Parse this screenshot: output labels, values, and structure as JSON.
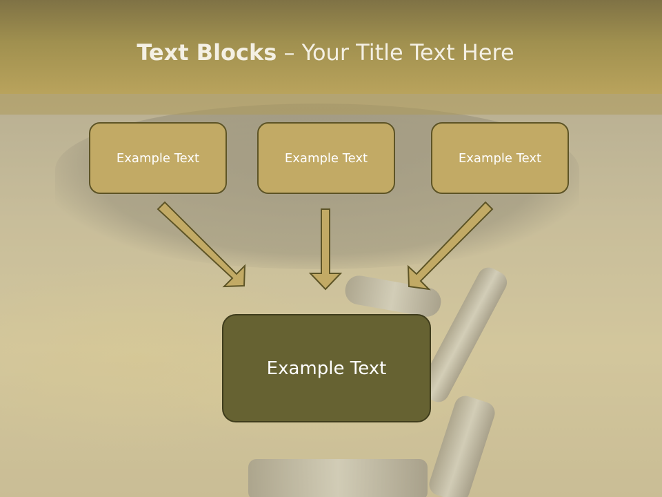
{
  "header": {
    "title_bold": "Text Blocks",
    "title_dash": " – ",
    "title_rest": "Your Title Text Here"
  },
  "diagram": {
    "top_blocks": [
      "Example Text",
      "Example Text",
      "Example Text"
    ],
    "bottom_block": "Example Text"
  },
  "colors": {
    "header": "#a0904f",
    "block_fill": "#c2aa65",
    "block_border": "#5d5426",
    "bottom_block_fill": "#666232",
    "arrow_fill": "#c2aa65"
  }
}
